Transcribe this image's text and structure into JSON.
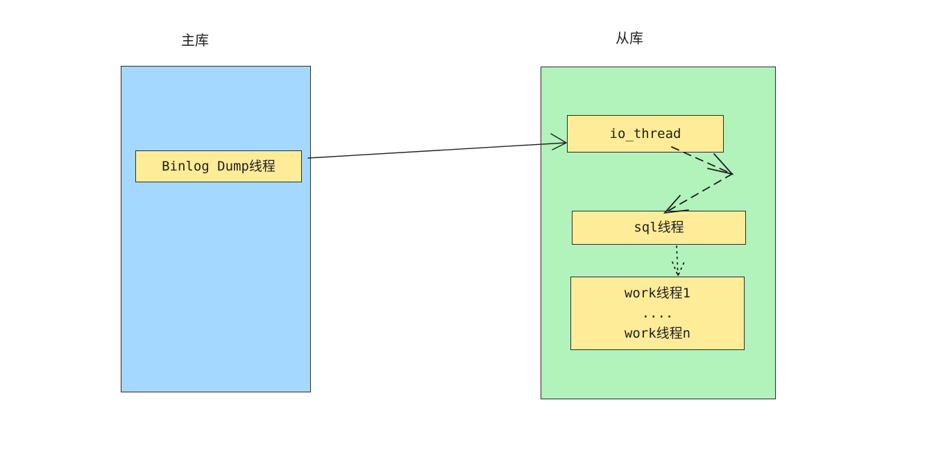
{
  "master": {
    "title": "主库",
    "color": "#a5d8ff",
    "binlog_thread": "Binlog Dump线程"
  },
  "slave": {
    "title": "从库",
    "color": "#b2f2bb",
    "io_thread": "io_thread",
    "sql_thread": "sql线程",
    "workers": {
      "first": "work线程1",
      "ellipsis": "....",
      "last": "work线程n"
    }
  },
  "thread_color": "#ffec99"
}
